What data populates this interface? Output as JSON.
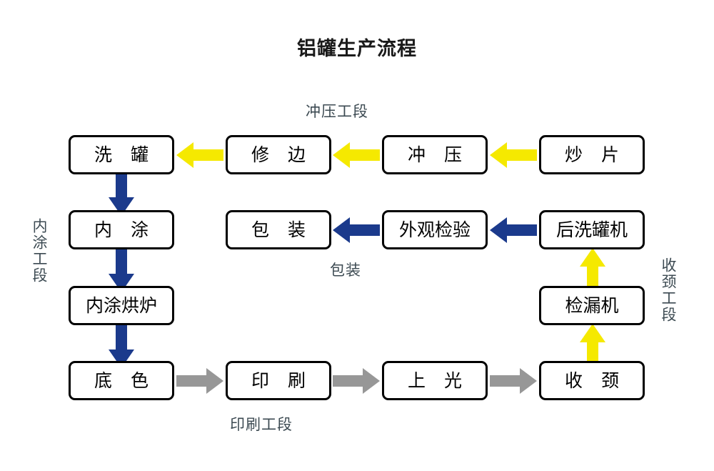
{
  "diagram": {
    "title": "铝罐生产流程",
    "colors": {
      "arrow_yellow": "#F5E900",
      "arrow_navy": "#1B3A8C",
      "arrow_gray": "#979797",
      "box_border": "#000000",
      "label_text": "#3C4A52",
      "background": "#FFFFFF"
    },
    "section_labels": {
      "stamping": "冲压工段",
      "inner_coating": "内涂工段",
      "necking": "收颈工段",
      "packaging": "包装",
      "printing": "印刷工段"
    },
    "nodes": {
      "row1": [
        {
          "id": "wash-can",
          "label": "洗 罐"
        },
        {
          "id": "trim",
          "label": "修 边"
        },
        {
          "id": "stamping",
          "label": "冲 压"
        },
        {
          "id": "blanking",
          "label": "炒 片"
        }
      ],
      "row2": [
        {
          "id": "inner-coating",
          "label": "内 涂"
        },
        {
          "id": "packing",
          "label": "包 装"
        },
        {
          "id": "visual-inspect",
          "label": "外观检验"
        },
        {
          "id": "post-washer",
          "label": "后洗罐机"
        }
      ],
      "row3": [
        {
          "id": "inner-coat-oven",
          "label": "内涂烘炉"
        },
        {
          "id": "leak-tester",
          "label": "检漏机"
        }
      ],
      "row4": [
        {
          "id": "base-coat",
          "label": "底 色"
        },
        {
          "id": "printing",
          "label": "印 刷"
        },
        {
          "id": "varnish",
          "label": "上 光"
        },
        {
          "id": "necking",
          "label": "收 颈"
        }
      ]
    },
    "edges": [
      {
        "from": "blanking",
        "to": "stamping",
        "color": "yellow",
        "direction": "left"
      },
      {
        "from": "stamping",
        "to": "trim",
        "color": "yellow",
        "direction": "left"
      },
      {
        "from": "trim",
        "to": "wash-can",
        "color": "yellow",
        "direction": "left"
      },
      {
        "from": "wash-can",
        "to": "inner-coating",
        "color": "navy",
        "direction": "down"
      },
      {
        "from": "inner-coating",
        "to": "inner-coat-oven",
        "color": "navy",
        "direction": "down"
      },
      {
        "from": "inner-coat-oven",
        "to": "base-coat",
        "color": "navy",
        "direction": "down"
      },
      {
        "from": "base-coat",
        "to": "printing",
        "color": "gray",
        "direction": "right"
      },
      {
        "from": "printing",
        "to": "varnish",
        "color": "gray",
        "direction": "right"
      },
      {
        "from": "varnish",
        "to": "necking",
        "color": "gray",
        "direction": "right"
      },
      {
        "from": "necking",
        "to": "leak-tester",
        "color": "yellow",
        "direction": "up"
      },
      {
        "from": "leak-tester",
        "to": "post-washer",
        "color": "yellow",
        "direction": "up"
      },
      {
        "from": "post-washer",
        "to": "visual-inspect",
        "color": "navy",
        "direction": "left"
      },
      {
        "from": "visual-inspect",
        "to": "packing",
        "color": "navy",
        "direction": "left"
      }
    ]
  }
}
